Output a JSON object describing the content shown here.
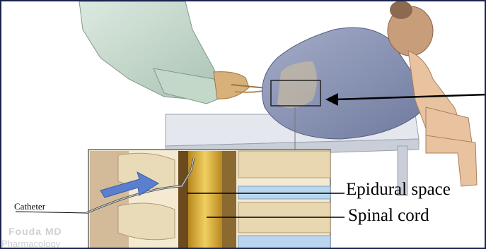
{
  "labels": {
    "catheter": "Catheter",
    "epidural_space": "Epidural space",
    "spinal_cord": "Spinal cord"
  },
  "watermark": {
    "line1": "Fouda MD",
    "line2": "Pharmacology"
  },
  "colors": {
    "frame": "#1b2450",
    "gown_doctor": "#c9dccf",
    "gown_patient": "#8c96b5",
    "skin": "#f0cfae",
    "glove": "#d8b07a",
    "table_top": "#e4e8ee",
    "spinal_cord": "#d9b23a",
    "arrow": "#5a7fcf",
    "disc": "#b9d6ec",
    "vertebra": "#e9d9b8"
  },
  "icons": [
    "pointer-arrow-icon",
    "insertion-arrow-icon"
  ]
}
